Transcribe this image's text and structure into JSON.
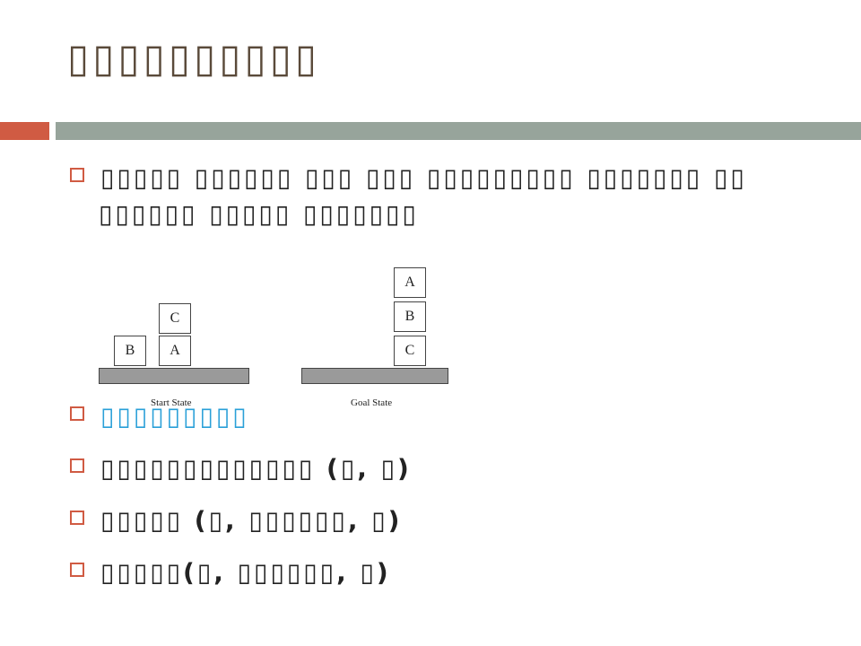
{
  "slide": {
    "title": "▯▯▯▯▯▯▯▯▯▯",
    "bullets": [
      {
        "text": "▯▯▯▯▯ ▯▯▯▯▯▯ ▯▯▯ ▯▯▯ ▯▯▯▯▯▯▯▯▯ ▯▯▯▯▯▯▯ ▯▯",
        "continuation": "▯▯▯▯▯▯ ▯▯▯▯▯ ▯▯▯▯▯▯▯"
      },
      {
        "text": "▯▯▯▯▯▯▯▯▯"
      },
      {
        "text": "▯▯▯▯▯▯▯▯▯▯▯▯▯ (▯, ▯)"
      },
      {
        "text": "▯▯▯▯▯ (▯, ▯▯▯▯▯▯, ▯)"
      },
      {
        "text": "▯▯▯▯▯(▯, ▯▯▯▯▯▯, ▯)"
      }
    ]
  },
  "diagram": {
    "start_state": {
      "label": "Start State",
      "blocks": [
        "B",
        "C",
        "A"
      ]
    },
    "goal_state": {
      "label": "Goal State",
      "blocks": [
        "A",
        "B",
        "C"
      ]
    }
  },
  "colors": {
    "accent": "#d05b43",
    "rule": "#97a49b",
    "title": "#5a4a3a",
    "link": "#2aa0d8"
  }
}
